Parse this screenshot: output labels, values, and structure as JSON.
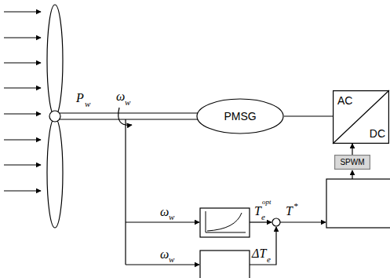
{
  "diagram": {
    "nodes": [
      {
        "text": [
          "PMSG"
        ]
      },
      {
        "text": [
          "AC",
          "DC"
        ]
      },
      {
        "text": [
          "SPWM"
        ]
      }
    ],
    "edges": [
      {
        "from": 0,
        "to": 1,
        "arrow": "none"
      },
      {
        "from": 2,
        "to": 1,
        "arrow": "to"
      }
    ],
    "labels": [
      "P",
      "w",
      "ω",
      "w",
      "ω",
      "w",
      "T",
      "e",
      "opt",
      "T",
      "*",
      "ω",
      "w",
      "ΔT",
      "e"
    ]
  }
}
